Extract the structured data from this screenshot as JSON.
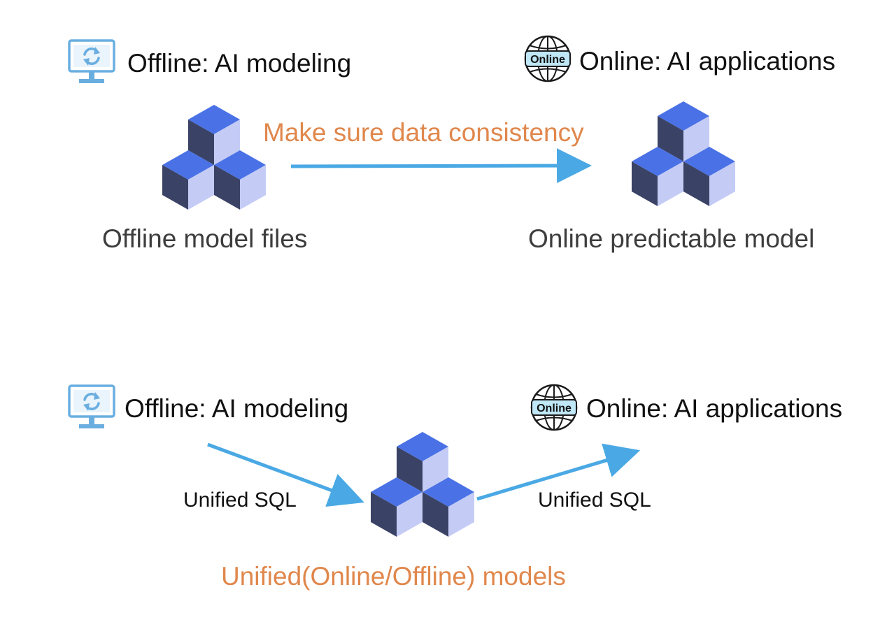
{
  "colors": {
    "text_dark": "#111111",
    "text_gray": "#3d3d3d",
    "accent_orange": "#e0874c",
    "arrow_blue": "#4aa9e4",
    "cube_top": "#4a72e6",
    "cube_left": "#3a4266",
    "cube_right": "#c4ccf6",
    "monitor_blue": "#6aaee0",
    "globe_band": "#bfe7f5"
  },
  "top": {
    "offline_header": "Offline: AI modeling",
    "online_header": "Online: AI applications",
    "arrow_label": "Make sure data consistency",
    "offline_caption": "Offline model files",
    "online_caption": "Online predictable model",
    "globe_label": "Online",
    "icons": {
      "offline": "monitor-sync-icon",
      "online": "globe-online-icon",
      "model": "cubes-icon"
    }
  },
  "bottom": {
    "offline_header": "Offline: AI modeling",
    "online_header": "Online: AI applications",
    "left_arrow_label": "Unified SQL",
    "right_arrow_label": "Unified SQL",
    "model_caption": "Unified(Online/Offline) models",
    "globe_label": "Online",
    "icons": {
      "offline": "monitor-sync-icon",
      "online": "globe-online-icon",
      "model": "cubes-icon"
    }
  }
}
